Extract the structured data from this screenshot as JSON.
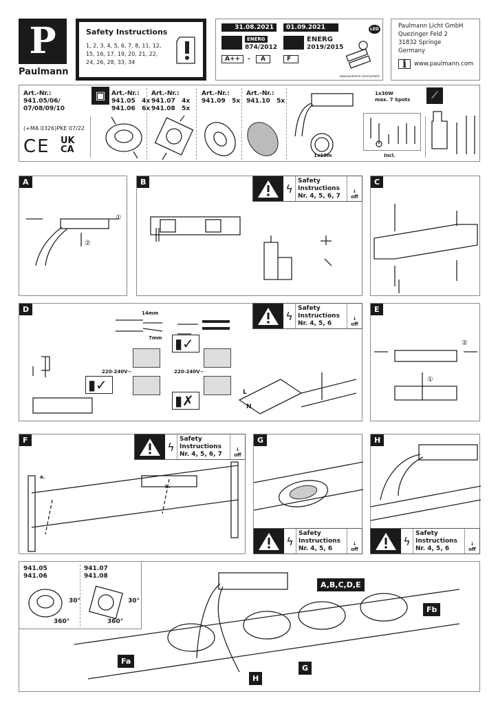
{
  "brand": {
    "letter": "P",
    "name": "Paulmann"
  },
  "safety_header": {
    "title": "Safety Instructions",
    "numbers": "1, 2, 3, 4, 5, 6, 7, 8, 11, 12, 15, 16, 17, 19, 20, 21, 22, 24, 26, 28, 33, 34"
  },
  "energy": {
    "date_old": "31.08.2021",
    "reg_old": "874/2012",
    "class_old_from": "A++",
    "dash": "-",
    "class_old_to": "A",
    "date_new": "01.09.2021",
    "energ": "ENERG",
    "reg_new": "2019/2015",
    "class_new": "F",
    "led": "LED",
    "symbols_url": "www.paulmann.com/symbols"
  },
  "address": {
    "company": "Paulmann Licht GmbH",
    "street": "Quezinger Feld 2",
    "city": "31832 Springe",
    "country": "Germany",
    "info": "i",
    "web": "www.paulmann.com"
  },
  "product": {
    "art_all": "Art.-Nr.: 941.05/06/ 07/08/09/10",
    "code": "(+MA 0326)PKE 07/22",
    "ce": "CE",
    "ukca1": "UK",
    "ukca2": "CA",
    "items": [
      {
        "head": "Art.-Nr.:",
        "lines": [
          "941.05   4x",
          "941.06   6x"
        ]
      },
      {
        "head": "Art.-Nr.:",
        "lines": [
          "941.07   4x",
          "941.08   5x"
        ]
      },
      {
        "head": "Art.-Nr.:",
        "lines": [
          "941.09   5x"
        ]
      },
      {
        "head": "Art.-Nr.:",
        "lines": [
          "941.10   5x"
        ]
      }
    ],
    "driver": "1x30W",
    "driver_max": "max. 7 Spots",
    "cable": "1x10m",
    "incl": "Incl."
  },
  "panels": {
    "A": "A",
    "B": "B",
    "C": "C",
    "D": "D",
    "E": "E",
    "F": "F",
    "G": "G",
    "H": "H"
  },
  "safety_strip": {
    "line1": "Safety",
    "line2": "Instructions",
    "nr4567": "Nr. 4, 5, 6, 7",
    "nr456": "Nr. 4, 5, 6",
    "off": "off"
  },
  "steps": {
    "one": "①",
    "two": "②",
    "a": "a.",
    "b": "b."
  },
  "wiring": {
    "strip14": "14mm",
    "strip7": "7mm",
    "voltage": "220-240V~",
    "L": "L",
    "N": "N"
  },
  "bottom": {
    "round1": "941.05",
    "round2": "941.06",
    "sq1": "941.07",
    "sq2": "941.08",
    "tilt": "30°",
    "rot": "360°",
    "tag_main": "A,B,C,D,E",
    "tag_fa": "Fa",
    "tag_fb": "Fb",
    "tag_g": "G",
    "tag_h": "H"
  }
}
